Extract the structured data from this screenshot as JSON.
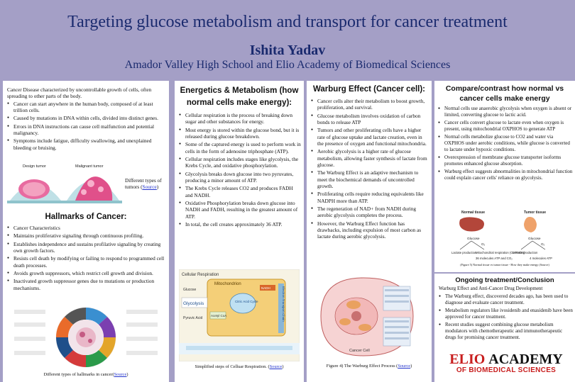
{
  "header": {
    "title": "Targeting glucose metabolism and transport for cancer treatment",
    "author": "Ishita Yadav",
    "school": "Amador Valley High School and Elio Academy of Biomedical Sciences"
  },
  "col1": {
    "intro": "Cancer Disease characterized by uncontrollable growth of cells, often spreading to other parts of the body.",
    "bullets": [
      "Cancer can start anywhere in the human body, composed of at least trillion cells.",
      "Caused by mutations in DNA within cells, divided into distinct genes.",
      "Errors in DNA instructions can cause cell malfunction and potential malignancy.",
      "Symptoms include fatigue, difficulty swallowing, and unexplained bleeding or bruising."
    ],
    "tumor_fig": {
      "design_label": "Design tumor",
      "malignant_label": "Malignant tumor",
      "caption_prefix": "Different types of tumors (",
      "caption_link": "Source",
      "caption_suffix": ")"
    },
    "hallmarks_heading": "Hallmarks of Cancer:",
    "hallmarks": [
      "Cancer Characteristics",
      "Maintains proliferative signaling through continuous profiling.",
      "Establishes independence and sustains profilative signaling by creating own growth factors.",
      "Resists cell death by modifying or failing to respond to programmed cell death processes.",
      "Avoids growth suppressors, which restrict cell growth and division.",
      "Inactivated growth suppressor genes due to mutations or production mechanisms."
    ],
    "hall_caption_prefix": "Different types of hallmarks in cancer(",
    "hall_caption_link": "Source",
    "hall_caption_suffix": ")"
  },
  "col2": {
    "heading": "Energetics & Metabolism (how normal cells make energy):",
    "bullets": [
      "Cellular respiration is the process of breaking down sugar and other substances for energy.",
      "Most energy is stored within the glucose bond, but it is released during glucose breakdown.",
      "Some of the captured energy is used to perform work in cells in the form of adenosine triphosphate (ATP).",
      "Cellular respiration includes stages like glycolysis, the Krebs Cycle, and oxidative phosphorylation.",
      "Glycolysis breaks down glucose into two pyruvates, producing a minor amount of ATP.",
      "The Krebs Cycle releases CO2 and produces FADH and NADH.",
      "Oxidative Phosphorylation breaks down glucose into NADH and FADH, resulting in the greatest amount of ATP.",
      "In total, the cell creates approximately 36 ATP."
    ],
    "fig": {
      "title": "Cellular Respiration",
      "mito": "Mitochondrion",
      "glycolysis": "Glycolysis",
      "citric": "Citric Acid Cycle",
      "pyruvic": "Pyruvic Acid",
      "acetyl": "Acetyl CoA",
      "etc": "Electron Transport Chain",
      "nadh": "NADH",
      "glucose": "Glucose"
    },
    "caption_prefix": "Simplified steps of Celluar Respiration. (",
    "caption_link": "Source",
    "caption_suffix": ")"
  },
  "col3": {
    "heading": "Warburg Effect (Cancer cell):",
    "bullets": [
      "Cancer cells alter their metabolism to boost growth, proliferation, and survival.",
      "Glucose metabolism involves oxidation of carbon bonds to release ATP",
      "Tumors and other proliferating cells have a higher rate of glucose uptake and lactate creation, even in the presence of oxygen and functional mitochondria.",
      "Aerobic glycolysis is a higher rate of glucose metabolism, allowing faster synthesis of lactate from glucose.",
      "The Warburg Effect is an adaptive mechanism to meet the biochemical demands of uncontrolled growth.",
      "Proliferating cells require reducing equivalents like NADPH more than ATP.",
      "The regeneration of NAD+ from NADH during aerobic glycolysis completes the process.",
      "However, the Warburg Effect function has drawbacks, including expulsion of most carbon as lactate during aerobic glycolysis."
    ],
    "fig_label": "Cancer Cell",
    "caption_prefix": "Figure 4) The Warburg Effect Process (",
    "caption_link": "Source",
    "caption_suffix": ")"
  },
  "col4": {
    "heading": "Compare/contrast how normal vs cancer cells make energy",
    "bullets": [
      "Normal cells use anaerobic glycolysis when oxygen is absent or limited, converting glucose to lactic acid.",
      "Cancer cells convert glucose to lactate even when oxygen is present, using mitochondrial OXPHOS to generate ATP",
      "Normal cells metabolize glucose to CO2 and water via OXPHOS under aerobic conditions, while glucose is converted to lactate under hypoxic conditions.",
      "Overexpression of membrane glucose transporter isoforms promotes enhanced glucose absorption.",
      "Warburg effect suggests abnormalities in mitochondrial function could explain cancer cells' reliance on glycolysis."
    ],
    "fig": {
      "normal": "Normal tissue",
      "tumor": "Tumor tissue",
      "glucose": "Glucose",
      "o2": "O₂",
      "lactate": "Lactate production",
      "mito": "Mitochondrial respiration (OXPHOS)",
      "atp36": "36 molecules ATP and CO₂",
      "atp4": "4 molecules ATP"
    },
    "caption": "(Figure 5) Normal tissue vs tumor tissue - How they make energy (Source)",
    "ongoing_heading": "Ongoing treatment/Conclusion",
    "ongoing_intro": "Warburg Effect and Anti-Cancer Drug Development",
    "ongoing_bullets": [
      "The Warburg effect, discovered decades ago, has been used to diagnose and evaluate cancer treatment.",
      "Metabolism regulators like ivosidenib and enasidenib have been approved for cancer treatment.",
      "Recent studies suggest combining glucose metabolism modulators with chemotherapeutic and immunotherapeutic drugs for promising cancer treatment."
    ],
    "logo_word1": "ELIO",
    "logo_word2": "ACADEMY",
    "logo_sub": "OF BIOMEDICAL SCIENCES"
  },
  "colors": {
    "background": "#a49fc6",
    "title": "#1a2a6e",
    "logo_red": "#c81e1e"
  }
}
